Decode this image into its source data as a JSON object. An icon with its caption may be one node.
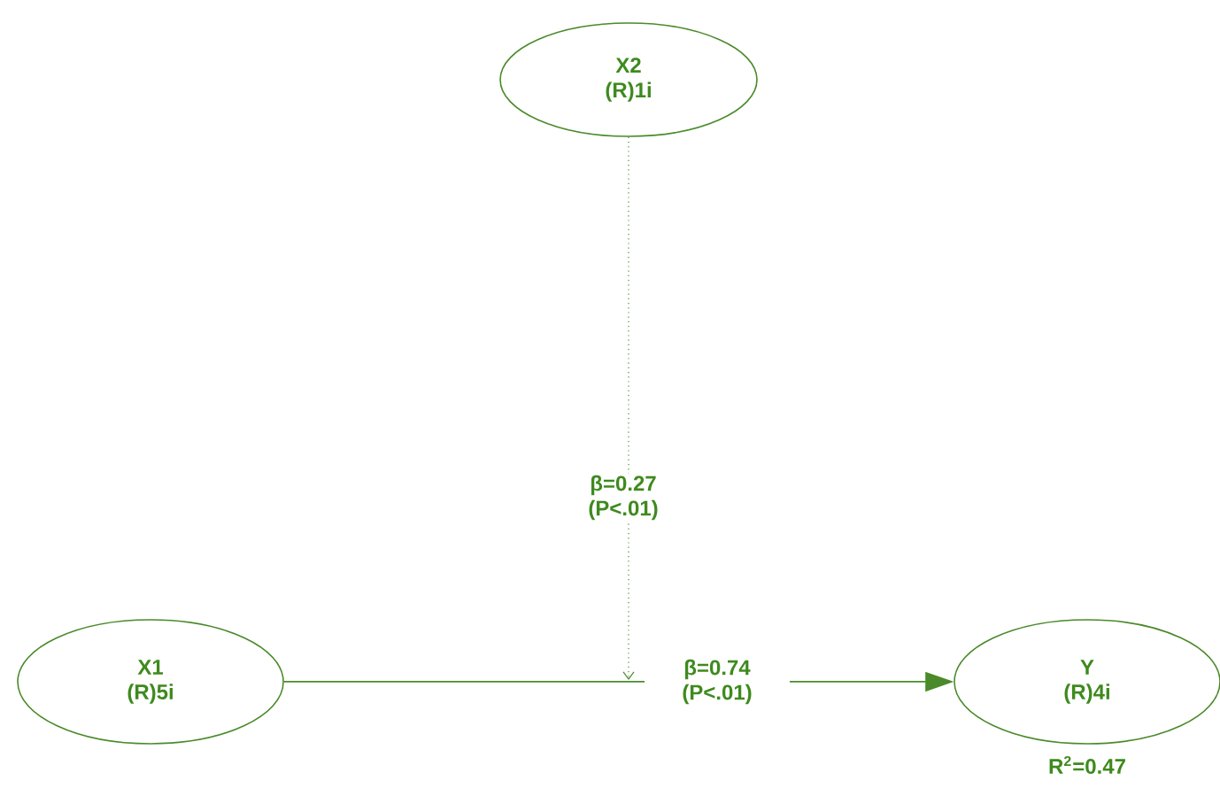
{
  "diagram": {
    "nodes": [
      {
        "text": [
          "X2",
          "(R)1i"
        ]
      },
      {
        "text": [
          "X1",
          "(R)5i"
        ]
      },
      {
        "text": [
          "Y",
          "(R)4i"
        ],
        "beside": [
          "R$^{2}$=0.47"
        ]
      }
    ],
    "edges": [
      {
        "from": 0,
        "to": null,
        "arrow": "to",
        "style": "dashed",
        "label": "β=0.27 (P<.01)"
      },
      {
        "from": 1,
        "to": 2,
        "arrow": "to",
        "label": "β=0.74 (P<.01)"
      }
    ]
  }
}
